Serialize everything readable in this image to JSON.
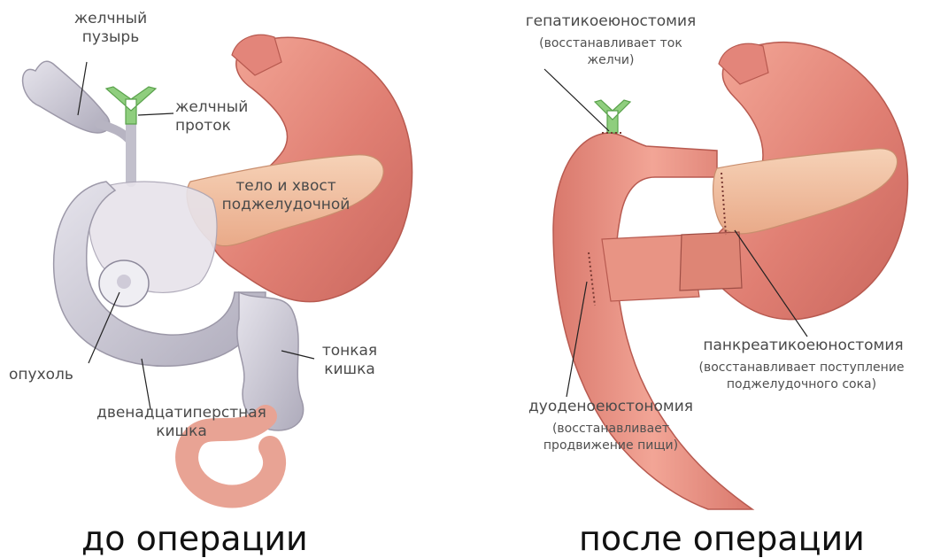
{
  "before": {
    "gallbladder": "желчный\nпузырь",
    "bile_duct": "желчный\nпроток",
    "pancreas_body_tail": "тело и хвост\nподжелудочной",
    "tumor": "опухоль",
    "small_intestine": "тонкая\nкишка",
    "duodenum": "двенадцатиперстная\nкишка",
    "caption": "до операции"
  },
  "after": {
    "hepaticojejunostomy": "гепатикоеюностомия",
    "hepaticojejunostomy_note": "(восстанавливает ток\nжелчи)",
    "pancreaticojejunostomy": "панкреатикоеюностомия",
    "pancreaticojejunostomy_note": "(восстанавливает поступление\nподжелудочного сока)",
    "duodenojejunostomy": "дуоденоеюстономия",
    "duodenojejunostomy_note": "(восстанавливает\nпродвижение пищи)",
    "caption": "после операции"
  },
  "colors": {
    "stomach": "#e07f73",
    "pancreas": "#f2c2a3",
    "intestine": "#c9c7d2",
    "bile_duct_green": "#8fce7e",
    "jejunum": "#e8917f"
  }
}
